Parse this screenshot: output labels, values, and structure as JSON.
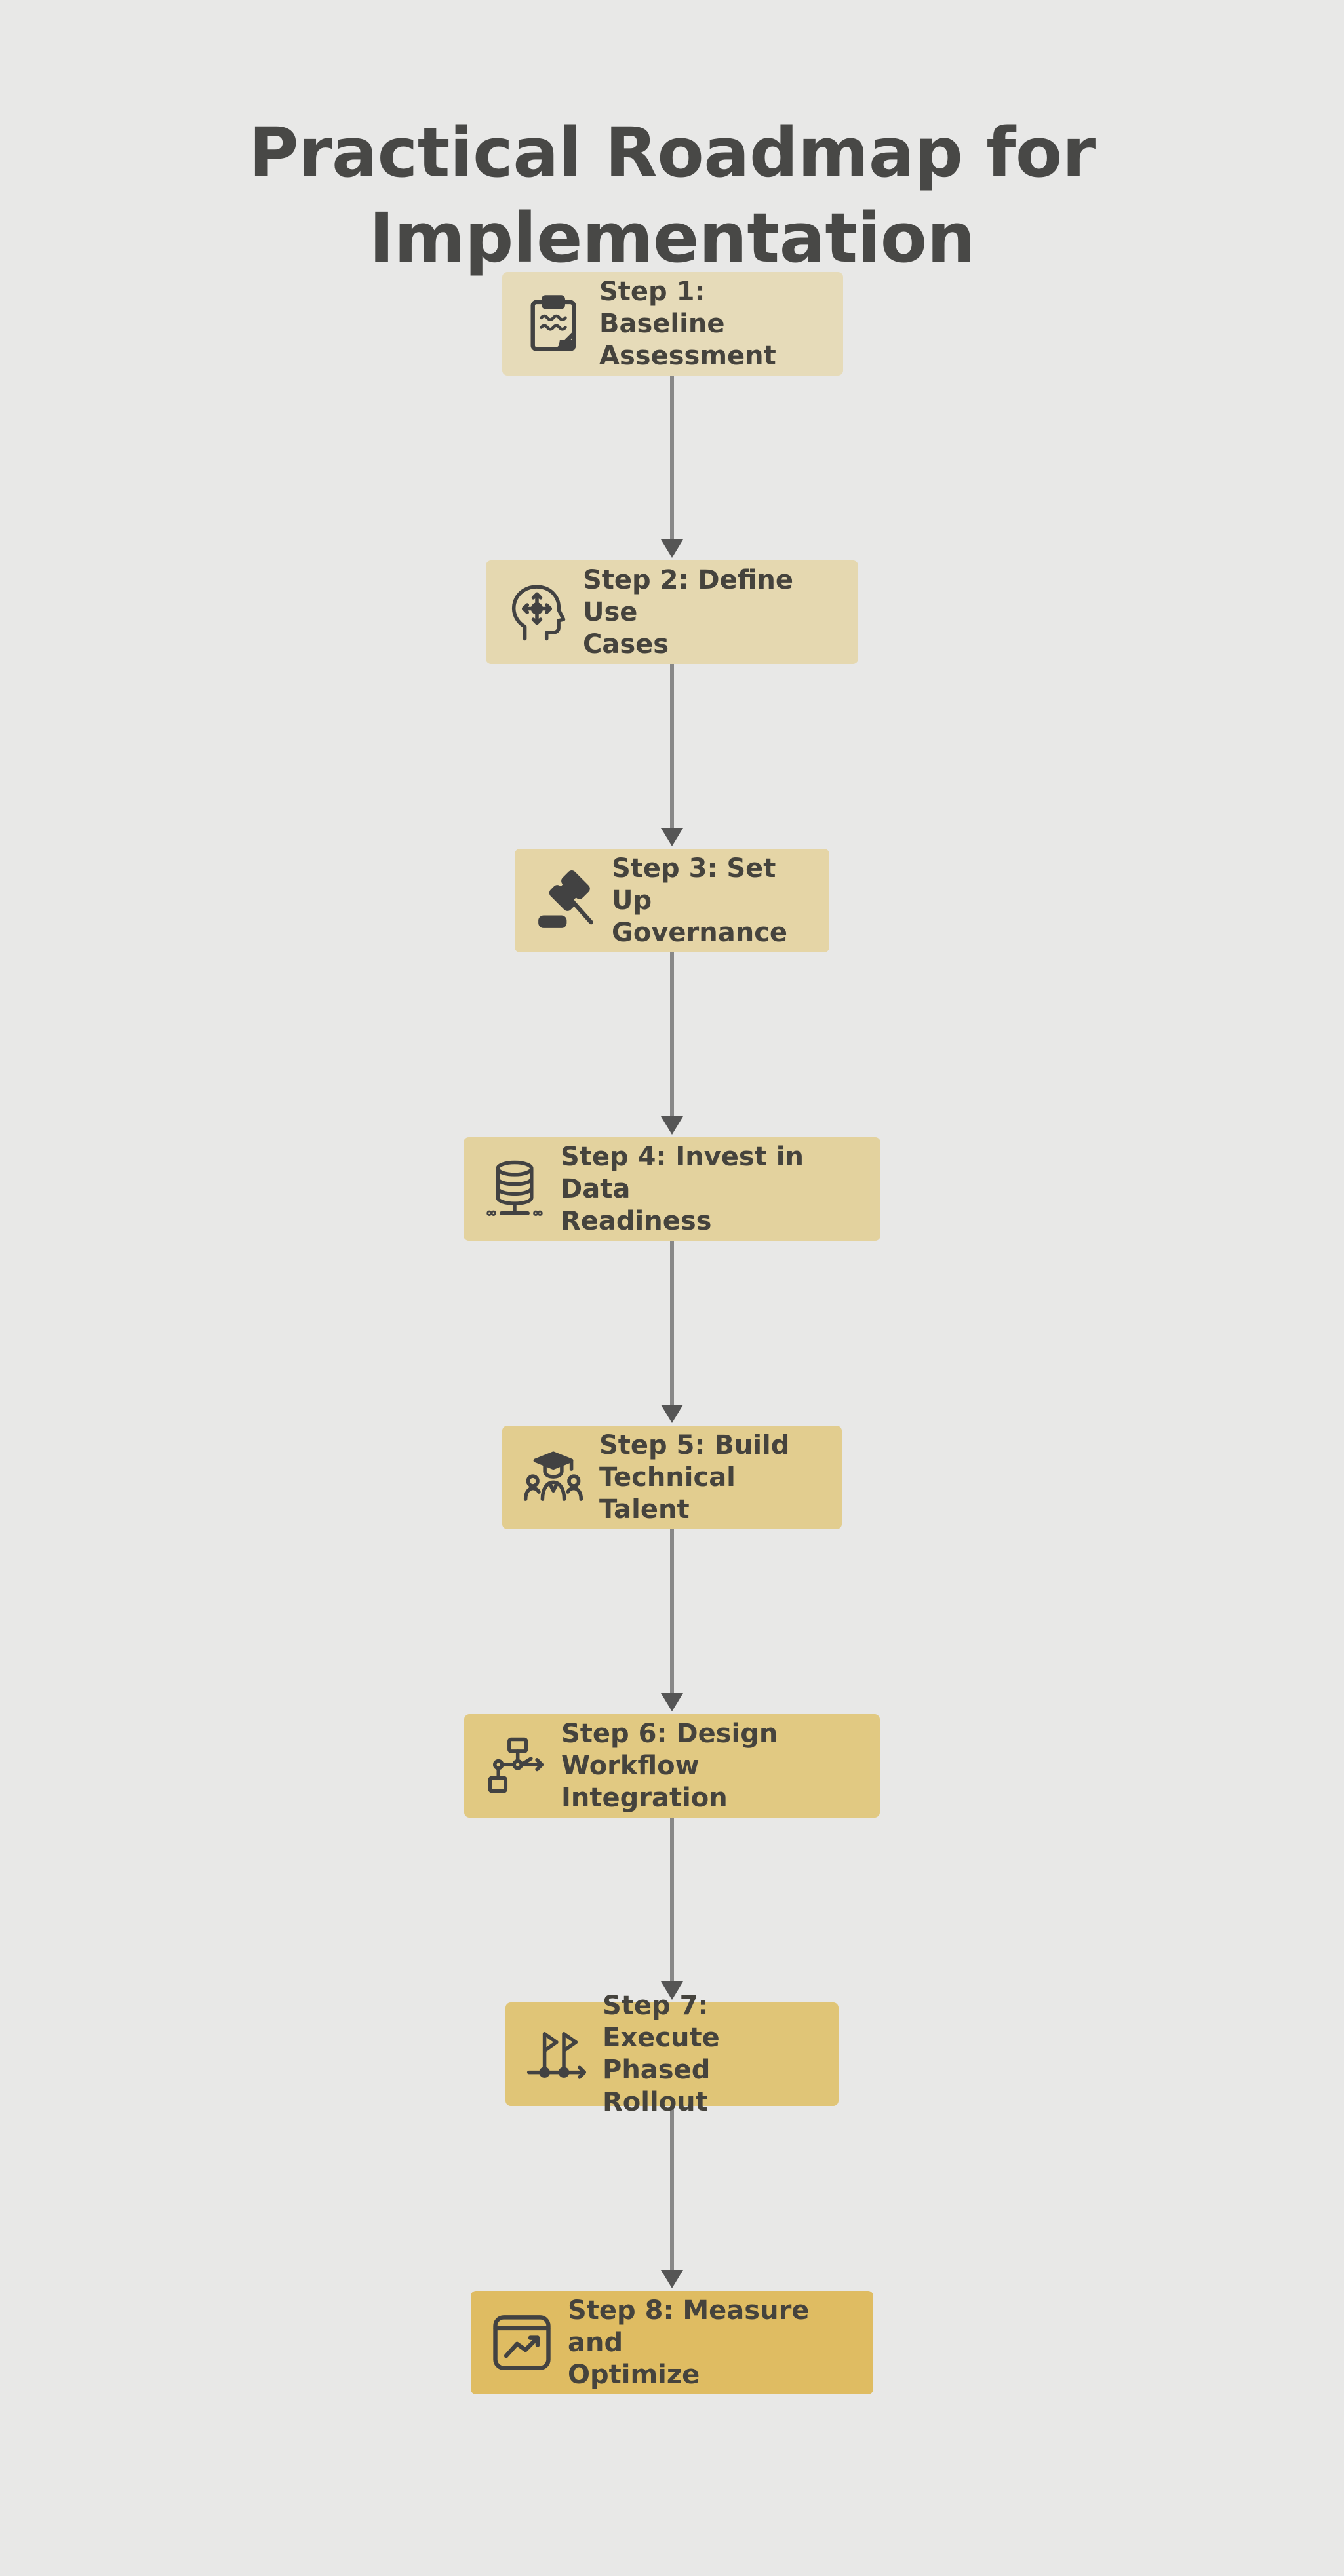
{
  "title": "Practical Roadmap for Implementation",
  "colors": {
    "background": "#e8e8e7",
    "title_text": "#484846",
    "connector": "#888888",
    "arrowhead": "#555555",
    "step_fills": [
      "#e6dbb9",
      "#e5d8b0",
      "#e5d5a6",
      "#e3d29e",
      "#e2cd8f",
      "#e1c982",
      "#e0c577",
      "#dfbc62"
    ]
  },
  "steps": [
    {
      "line1": "Step 1: Baseline",
      "line2": "Assessment",
      "icon": "clipboard-icon"
    },
    {
      "line1": "Step 2: Define Use",
      "line2": "Cases",
      "icon": "head-brain-icon"
    },
    {
      "line1": "Step 3: Set Up",
      "line2": "Governance",
      "icon": "gavel-icon"
    },
    {
      "line1": "Step 4: Invest in Data",
      "line2": "Readiness",
      "icon": "database-icon"
    },
    {
      "line1": "Step 5: Build",
      "line2": "Technical Talent",
      "icon": "graduate-team-icon"
    },
    {
      "line1": "Step 6: Design",
      "line2": "Workflow Integration",
      "icon": "workflow-icon"
    },
    {
      "line1": "Step 7: Execute",
      "line2": "Phased Rollout",
      "icon": "milestone-flags-icon"
    },
    {
      "line1": "Step 8: Measure and",
      "line2": "Optimize",
      "icon": "trend-chart-icon"
    }
  ]
}
